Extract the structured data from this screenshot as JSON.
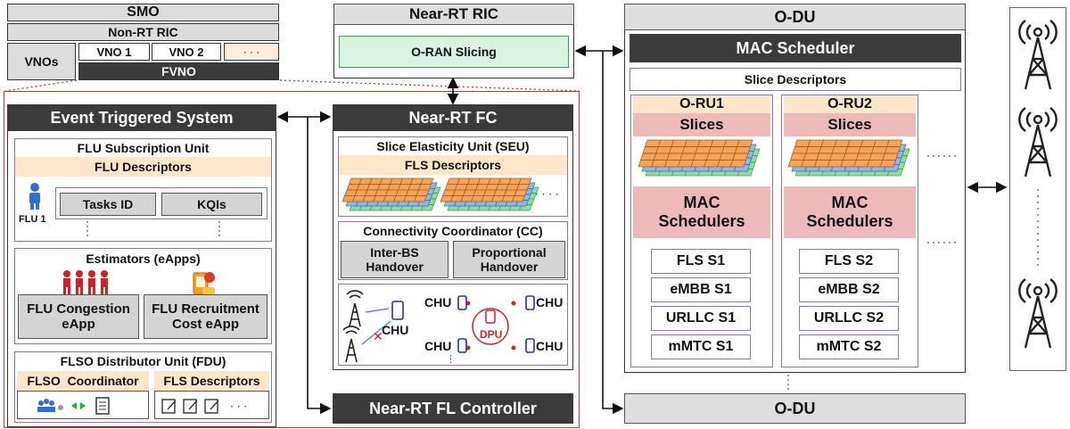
{
  "smo": {
    "title": "SMO",
    "non_rt_ric": "Non-RT RIC",
    "vnos": "VNOs",
    "vno1": "VNO 1",
    "vno2": "VNO 2",
    "vno_more": "· · ·",
    "fvno": "FVNO"
  },
  "near_rt_ric": {
    "title": "Near-RT RIC",
    "slicing": "O-RAN Slicing"
  },
  "event_system": {
    "title": "Event Triggered System",
    "flu_sub": "FLU Subscription Unit",
    "flu_desc": "FLU Descriptors",
    "flu1": "FLU 1",
    "tasks_id": "Tasks ID",
    "kqis": "KQIs",
    "estimators": "Estimators (eApps)",
    "congestion_l1": "FLU Congestion",
    "congestion_l2": "eApp",
    "recruit_l1": "FLU Recruitment",
    "recruit_l2": "Cost eApp",
    "fdu": "FLSO Distributor Unit (FDU)",
    "flso_coord": "FLSO  Coordinator",
    "fls_desc": "FLS Descriptors"
  },
  "near_rt_fc": {
    "title": "Near-RT FC",
    "seu": "Slice Elasticity Unit (SEU)",
    "fls_desc": "FLS Descriptors",
    "cc": "Connectivity Coordinator (CC)",
    "inter_l1": "Inter-BS",
    "inter_l2": "Handover",
    "prop_l1": "Proportional",
    "prop_l2": "Handover",
    "chu": "CHU",
    "dpu": "DPU"
  },
  "fl_controller": {
    "title": "Near-RT FL Controller"
  },
  "odu": {
    "title": "O-DU",
    "mac": "MAC Scheduler",
    "slice_desc": "Slice Descriptors",
    "oru1": {
      "title": "O-RU1",
      "slices": "Slices",
      "mac_l1": "MAC",
      "mac_l2": "Schedulers",
      "items": [
        "FLS S1",
        "eMBB S1",
        "URLLC S1",
        "mMTC S1"
      ]
    },
    "oru2": {
      "title": "O-RU2",
      "slices": "Slices",
      "mac_l1": "MAC",
      "mac_l2": "Schedulers",
      "items": [
        "FLS S2",
        "eMBB S2",
        "URLLC S2",
        "mMTC S2"
      ]
    }
  },
  "odu_bottom": {
    "title": "O-DU"
  },
  "colors": {
    "dark_header": "#3b3b3b",
    "grey_header": "#dedede",
    "slicing_green": "#d9f2e2",
    "peach": "#fde7c8",
    "pink": "#eeb9b9",
    "lavender_border": "#8a74b8",
    "red_border": "#c0392b",
    "grid_orange": "#f5a25a",
    "grid_blue": "#8ab8e8",
    "grid_green": "#8fdc9a"
  }
}
